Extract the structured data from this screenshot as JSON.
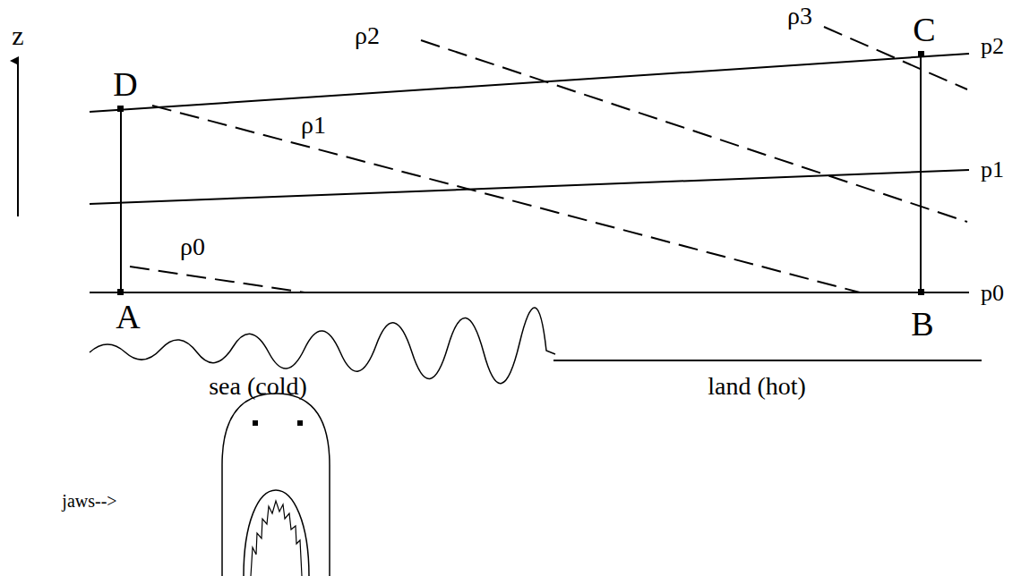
{
  "diagram": {
    "labels": [
      "z",
      "ρ2",
      "ρ3",
      "C",
      "p2",
      "D",
      "ρ1",
      "p1",
      "ρ0",
      "p0",
      "A",
      "B",
      "sea (cold)",
      "land (hot)",
      "jaws-->"
    ]
  }
}
